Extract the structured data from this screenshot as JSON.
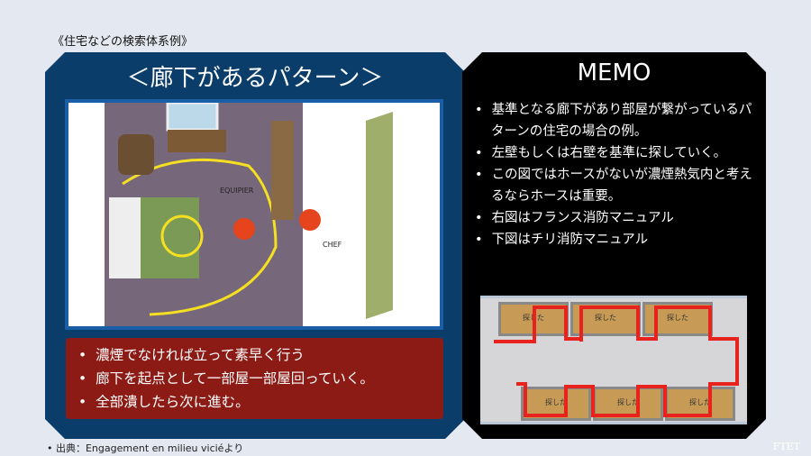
{
  "heading": "《住宅などの検索体系例》",
  "left_panel": {
    "title": "＜廊下があるパターン＞",
    "illustration_labels": [
      "EQUIPIER",
      "CHEF"
    ],
    "bullets": [
      "濃煙でなければ立って素早く行う",
      "廊下を起点として一部屋一部屋回っていく。",
      "全部潰したら次に進む。"
    ]
  },
  "right_panel": {
    "title": "MEMO",
    "bullets": [
      "基準となる廊下があり部屋が繋がっているパターンの住宅の場合の例。",
      "左壁もしくは右壁を基準に探していく。",
      "この図ではホースがないが濃煙熱気内と考えるならホースは重要。",
      "右図はフランス消防マニュアル",
      "下図はチリ消防マニュアル"
    ],
    "diagram_room_label": "探した"
  },
  "source": "• 出典：Engagement en milieu viciéより",
  "watermark": "FTET"
}
